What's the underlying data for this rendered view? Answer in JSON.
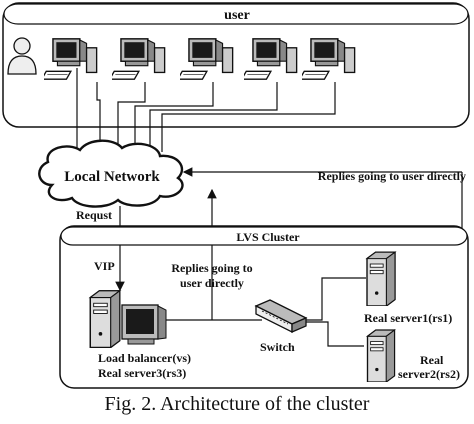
{
  "user_box": {
    "title": "user"
  },
  "network": {
    "label": "Local Network"
  },
  "arrows": {
    "request": "Requst",
    "replies_top": "Replies going to user directly",
    "replies_mid_line1": "Replies going to",
    "replies_mid_line2": "user directly"
  },
  "cluster": {
    "title": "LVS Cluster",
    "vip": "VIP",
    "switch": "Switch",
    "load_balancer_line1": "Load balancer(vs)",
    "load_balancer_line2": "Real server3(rs3)",
    "rs1": "Real server1(rs1)",
    "rs2_line1": "Real",
    "rs2_line2": "server2(rs2)"
  },
  "caption": "Fig. 2.  Architecture of the cluster"
}
